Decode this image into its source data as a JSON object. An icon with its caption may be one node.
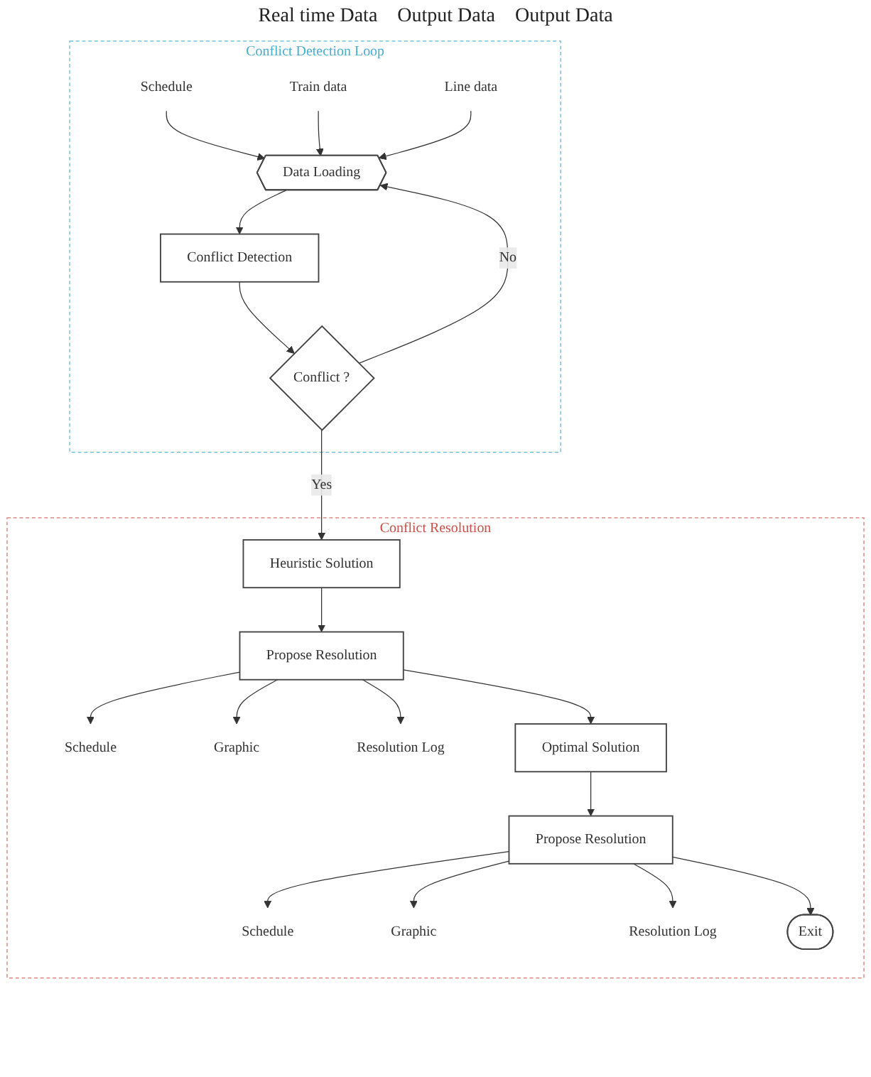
{
  "diagram": {
    "nodes": [
      {
        "text": [
          "Conflict Detection Loop"
        ]
      },
      {
        "text": [
          "Schedule"
        ],
        "in": 0
      },
      {
        "text": [
          "Train data"
        ],
        "in": 0
      },
      {
        "text": [
          "Line data"
        ],
        "in": 0
      },
      {
        "text": [
          "Data Loading"
        ],
        "in": 0
      },
      {
        "text": [
          "Conflict Detection"
        ],
        "in": 0
      },
      {
        "text": [
          "Conflict ?"
        ],
        "in": 0
      },
      {
        "text": [
          "Conflict Resolution"
        ]
      },
      {
        "text": [
          "Heuristic Solution"
        ],
        "in": 7
      },
      {
        "text": [
          "Propose Resolution"
        ],
        "in": 7
      },
      {
        "text": [
          "Schedule"
        ],
        "in": 7
      },
      {
        "text": [
          "Graphic"
        ],
        "in": 7
      },
      {
        "text": [
          "Resolution Log"
        ],
        "in": 7
      },
      {
        "text": [
          "Optimal Solution"
        ],
        "in": 7
      },
      {
        "text": [
          "Propose Resolution"
        ],
        "in": 7
      },
      {
        "text": [
          "Schedule"
        ],
        "in": 7
      },
      {
        "text": [
          "Graphic"
        ],
        "in": 7
      },
      {
        "text": [
          "Resolution Log"
        ],
        "in": 7
      },
      {
        "text": [
          "Exit"
        ],
        "in": 7
      }
    ],
    "edges": [
      {
        "from": 1,
        "to": 4,
        "arrow": "to"
      },
      {
        "from": 2,
        "to": 4,
        "arrow": "to"
      },
      {
        "from": 3,
        "to": 4,
        "arrow": "to"
      },
      {
        "from": 4,
        "to": 5,
        "arrow": "to"
      },
      {
        "from": 5,
        "to": 6,
        "arrow": "to"
      },
      {
        "from": 6,
        "to": 4,
        "label": "No",
        "arrow": "to"
      },
      {
        "from": 6,
        "to": 8,
        "label": "Yes",
        "arrow": "to"
      },
      {
        "from": 8,
        "to": 9,
        "arrow": "to"
      },
      {
        "from": 9,
        "to": 10,
        "arrow": "to"
      },
      {
        "from": 9,
        "to": 11,
        "arrow": "to"
      },
      {
        "from": 9,
        "to": 12,
        "arrow": "to"
      },
      {
        "from": 9,
        "to": 13,
        "arrow": "to"
      },
      {
        "from": 13,
        "to": 14,
        "arrow": "to"
      },
      {
        "from": 14,
        "to": 15,
        "arrow": "to"
      },
      {
        "from": 14,
        "to": 16,
        "arrow": "to"
      },
      {
        "from": 14,
        "to": 17,
        "arrow": "to"
      },
      {
        "from": 14,
        "to": 18,
        "arrow": "to"
      }
    ],
    "labels": [
      "Real time Data",
      "Output Data",
      "Output Data"
    ]
  }
}
